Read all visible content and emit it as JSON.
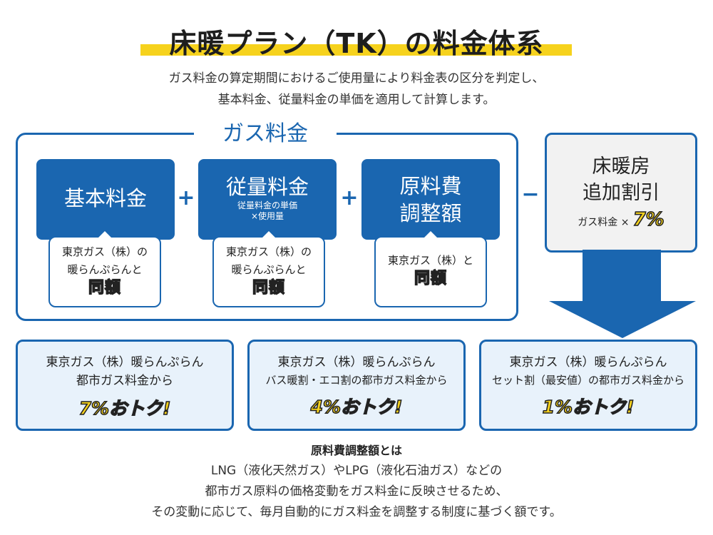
{
  "header": {
    "title": "床暖プラン（TK）の料金体系",
    "lead_line1": "ガス料金の算定期間におけるご使用量により料金表の区分を判定し、",
    "lead_line2": "基本料金、従量料金の単価を適用して計算します。"
  },
  "gas_fee": {
    "label": "ガス料金",
    "components": [
      {
        "label": "基本料金",
        "note_line1": "東京ガス（株）の",
        "note_line2": "暖らんぷらんと",
        "same": "同額"
      },
      {
        "label": "従量料金",
        "sub_line1": "従量料金の単価",
        "sub_line2": "×使用量",
        "note_line1": "東京ガス（株）の",
        "note_line2": "暖らんぷらんと",
        "same": "同額"
      },
      {
        "label_line1": "原料費",
        "label_line2": "調整額",
        "note_line1": "東京ガス（株）と",
        "same": "同額"
      }
    ],
    "plus": "+",
    "minus": "−"
  },
  "discount": {
    "line1": "床暖房",
    "line2": "追加割引",
    "formula": "ガス料金 ×",
    "rate": "7%"
  },
  "cards": [
    {
      "line1": "東京ガス（株）暖らんぷらん",
      "line2": "都市ガス料金から",
      "deal": "7%おトク!"
    },
    {
      "line1": "東京ガス（株）暖らんぷらん",
      "line2": "バス暖割・エコ割の都市ガス料金から",
      "deal": "4%おトク!"
    },
    {
      "line1": "東京ガス（株）暖らんぷらん",
      "line2": "セット割（最安値）の都市ガス料金から",
      "deal": "1%おトク!"
    }
  ],
  "note": {
    "title": "原料費調整額とは",
    "line1": "LNG（液化天然ガス）やLPG（液化石油ガス）などの",
    "line2": "都市ガス原料の価格変動をガス料金に反映させるため、",
    "line3": "その変動に応じて、毎月自動的にガス料金を調整する制度に基づく額です。"
  },
  "colors": {
    "brand_blue": "#1a66b0",
    "accent_yellow": "#f6d21d",
    "card_bg": "#e8f2fb",
    "grey_bg": "#f2f2f2"
  }
}
